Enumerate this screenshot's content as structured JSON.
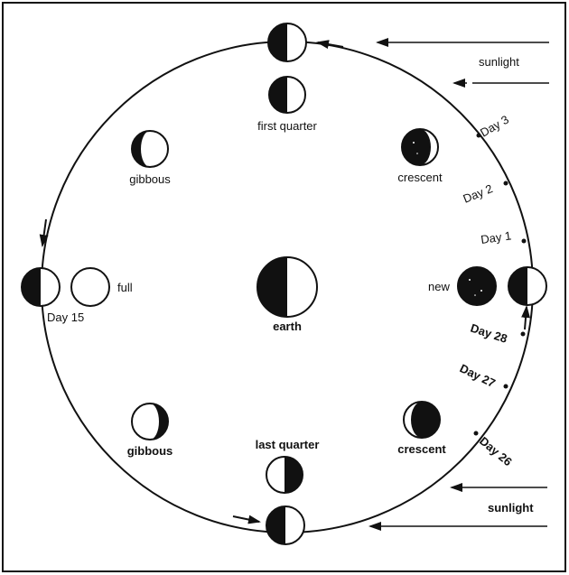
{
  "labels": {
    "sunlight_top": "sunlight",
    "sunlight_bottom": "sunlight",
    "first_quarter": "first quarter",
    "last_quarter": "last quarter",
    "gibbous_top": "gibbous",
    "gibbous_bottom": "gibbous",
    "crescent_top": "crescent",
    "crescent_bottom": "crescent",
    "full": "full",
    "new": "new",
    "earth": "earth",
    "day_3": "Day 3",
    "day_2": "Day 2",
    "day_1": "Day 1",
    "day_15": "Day 15",
    "day_28": "Day 28",
    "day_27": "Day 27",
    "day_26": "Day 26"
  },
  "colors": {
    "ink": "#111111",
    "paper": "#ffffff"
  }
}
